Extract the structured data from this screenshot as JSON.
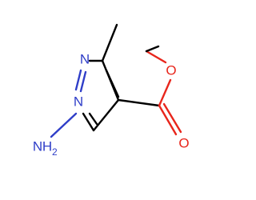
{
  "molecule": {
    "atoms": {
      "n1": {
        "text": "N",
        "color": "#2f3ec8"
      },
      "n2": {
        "text": "N",
        "color": "#2f3ec8"
      },
      "nh2_symbol": {
        "text": "N",
        "color": "#2f3ec8"
      },
      "nh2_h": {
        "text": "H",
        "color": "#2f3ec8"
      },
      "nh2_count": {
        "text": "2",
        "color": "#2f3ec8"
      },
      "o_ester": {
        "text": "O",
        "color": "#e8261c"
      },
      "o_carbonyl": {
        "text": "O",
        "color": "#e8261c"
      }
    },
    "colors": {
      "carbon_bond": "#000000",
      "nitrogen": "#2f3ec8",
      "oxygen": "#e8261c"
    }
  }
}
